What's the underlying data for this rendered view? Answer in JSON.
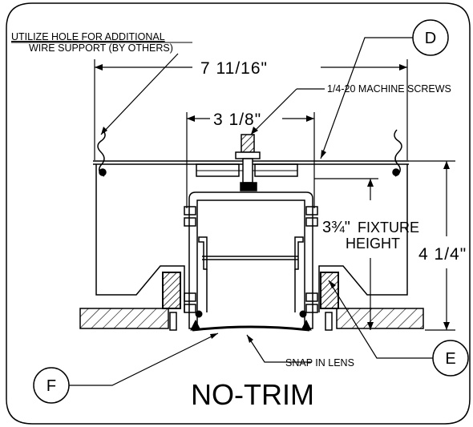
{
  "labels": {
    "note_line1": "UTILIZE HOLE FOR ADDITIONAL",
    "note_line2": "WIRE SUPPORT (BY OTHERS)",
    "dim_overall_width": "7 11/16\"",
    "screws": "1/4-20 MACHINE SCREWS",
    "dim_inner_width": "3 1/8\"",
    "dim_fixture_height": "3¾\"",
    "fixture_height_l1": "FIXTURE",
    "fixture_height_l2": "HEIGHT",
    "dim_total_height": "4 1/4\"",
    "lens": "SNAP IN LENS",
    "title": "NO-TRIM"
  },
  "callouts": {
    "d": "D",
    "e": "E",
    "f": "F"
  },
  "colors": {
    "line": "#000000",
    "background": "#ffffff"
  }
}
